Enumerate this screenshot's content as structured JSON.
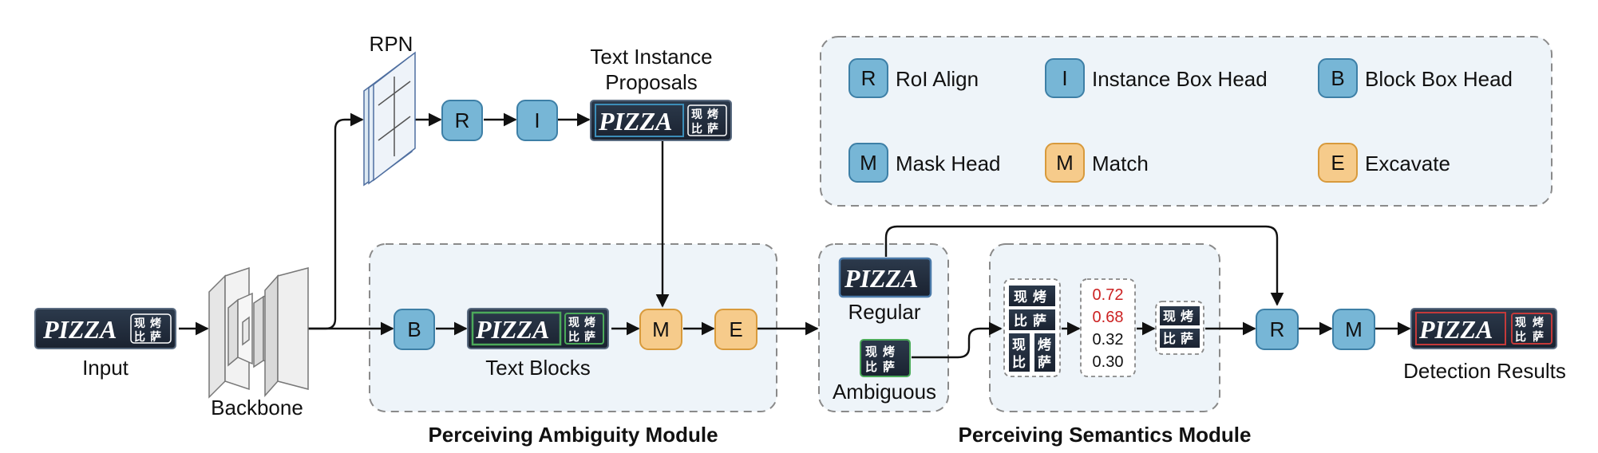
{
  "labels": {
    "rpn": "RPN",
    "proposals_line1": "Text Instance",
    "proposals_line2": "Proposals",
    "input": "Input",
    "backbone": "Backbone",
    "text_blocks": "Text Blocks",
    "regular": "Regular",
    "ambiguous": "Ambiguous",
    "detection_results": "Detection Results",
    "pam_title": "Perceiving Ambiguity Module",
    "psm_title": "Perceiving Semantics Module"
  },
  "legend": [
    {
      "letter": "R",
      "label": "RoI Align",
      "color": "blue"
    },
    {
      "letter": "I",
      "label": "Instance Box Head",
      "color": "blue"
    },
    {
      "letter": "B",
      "label": "Block Box Head",
      "color": "blue"
    },
    {
      "letter": "M",
      "label": "Mask Head",
      "color": "blue"
    },
    {
      "letter": "M",
      "label": "Match",
      "color": "orange"
    },
    {
      "letter": "E",
      "label": "Excavate",
      "color": "orange"
    }
  ],
  "nodes": {
    "r1": "R",
    "i1": "I",
    "b1": "B",
    "m1": "M",
    "e1": "E",
    "r2": "R",
    "m2": "M"
  },
  "scores": [
    "0.72",
    "0.68",
    "0.32",
    "0.30"
  ],
  "image_text": {
    "pizza": "PIZZA",
    "cjk_top_left": "现",
    "cjk_top_right": "烤",
    "cjk_bottom_left": "比",
    "cjk_bottom_right": "萨"
  },
  "colors": {
    "blue_fill": "#77b6d6",
    "blue_stroke": "#3d7fa6",
    "orange_fill": "#f6cb8b",
    "orange_stroke": "#d89a3c",
    "panel_fill": "#eef4f9",
    "panel_stroke": "#8a8a8a",
    "score_red": "#cc2222"
  }
}
